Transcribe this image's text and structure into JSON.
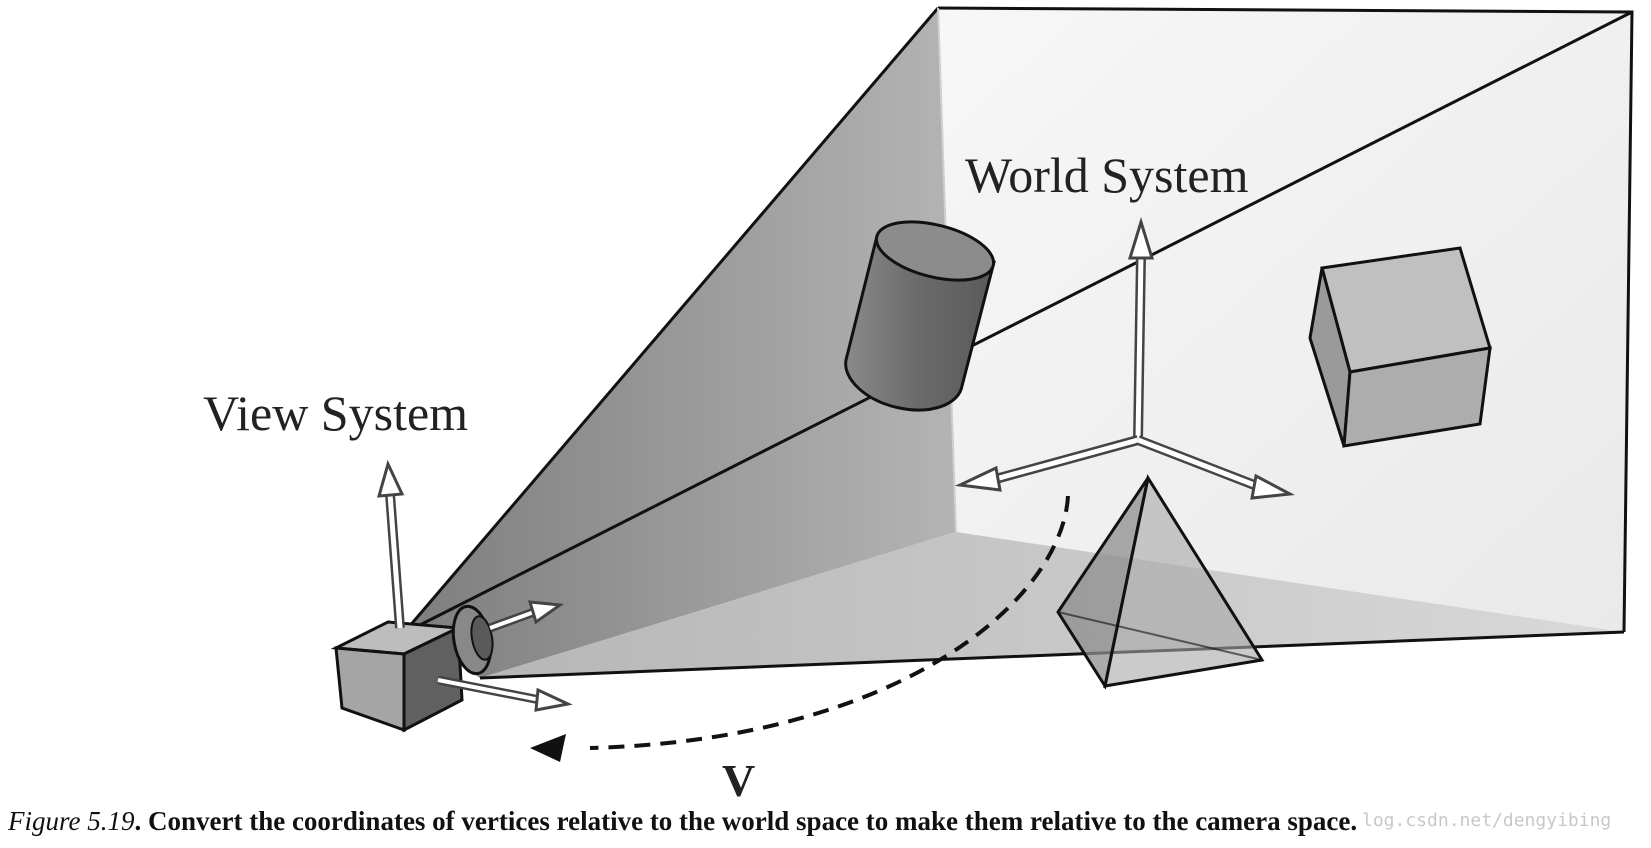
{
  "labels": {
    "world_system": "World System",
    "view_system": "View System",
    "v": "V"
  },
  "caption": {
    "figure_number": "Figure 5.19",
    "text": ". Convert the coordinates of vertices relative to the world space to make them relative to the camera space."
  },
  "watermark": "log.csdn.net/dengyibing",
  "colors": {
    "left_wall": "#a9a9a9",
    "floor": "#c9c9c9",
    "back_wall": "#f2f2f2",
    "outline": "#111111",
    "cylinder": "#6e6e6e",
    "cube_top": "#b8b8b8",
    "cube_side": "#a2a2a2",
    "camera_dark": "#5a5a5a",
    "arrow_fill": "#ffffff"
  }
}
